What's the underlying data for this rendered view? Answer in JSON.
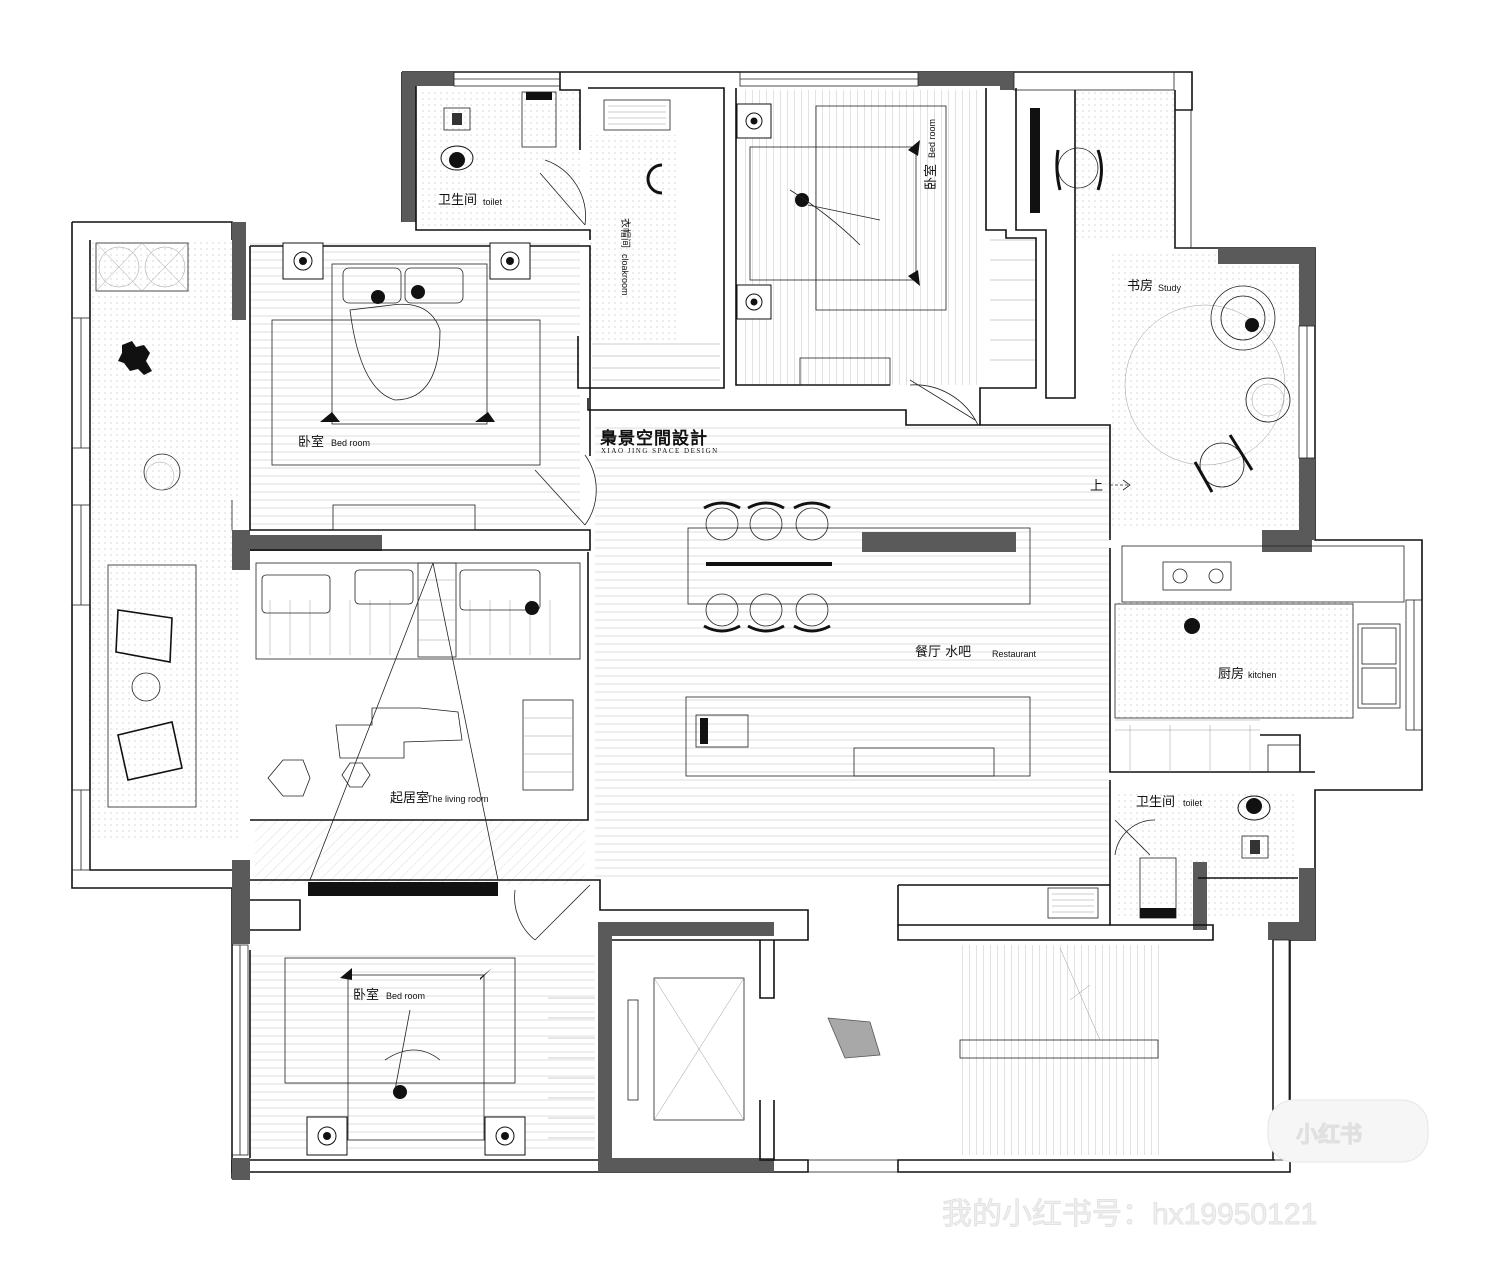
{
  "brand": {
    "name": "梟景空間設計",
    "subtitle": "XIAO JING SPACE DESIGN"
  },
  "rooms": [
    {
      "id": "toilet-top",
      "cn": "卫生间",
      "en": "toilet"
    },
    {
      "id": "cloakroom",
      "cn": "衣帽间",
      "en": "cloakroom"
    },
    {
      "id": "bedroom-top-right",
      "cn": "卧室",
      "en": "Bed room"
    },
    {
      "id": "study",
      "cn": "书房",
      "en": "Study"
    },
    {
      "id": "bedroom-master",
      "cn": "卧室",
      "en": "Bed room"
    },
    {
      "id": "restaurant",
      "cn": "餐厅 水吧",
      "en": "Restaurant"
    },
    {
      "id": "kitchen",
      "cn": "厨房",
      "en": "kitchen"
    },
    {
      "id": "living-room",
      "cn": "起居室",
      "en": "The living room"
    },
    {
      "id": "toilet-right",
      "cn": "卫生间",
      "en": "toilet"
    },
    {
      "id": "bedroom-bottom",
      "cn": "卧室",
      "en": "Bed room"
    }
  ],
  "stair_marker": "上",
  "watermark": {
    "logo": "小红书",
    "account": "我的小红书号：hx19950121"
  },
  "colors": {
    "wall": "#5a5a5a",
    "line": "#111111",
    "floor_hatch": "#9a9a9a"
  }
}
